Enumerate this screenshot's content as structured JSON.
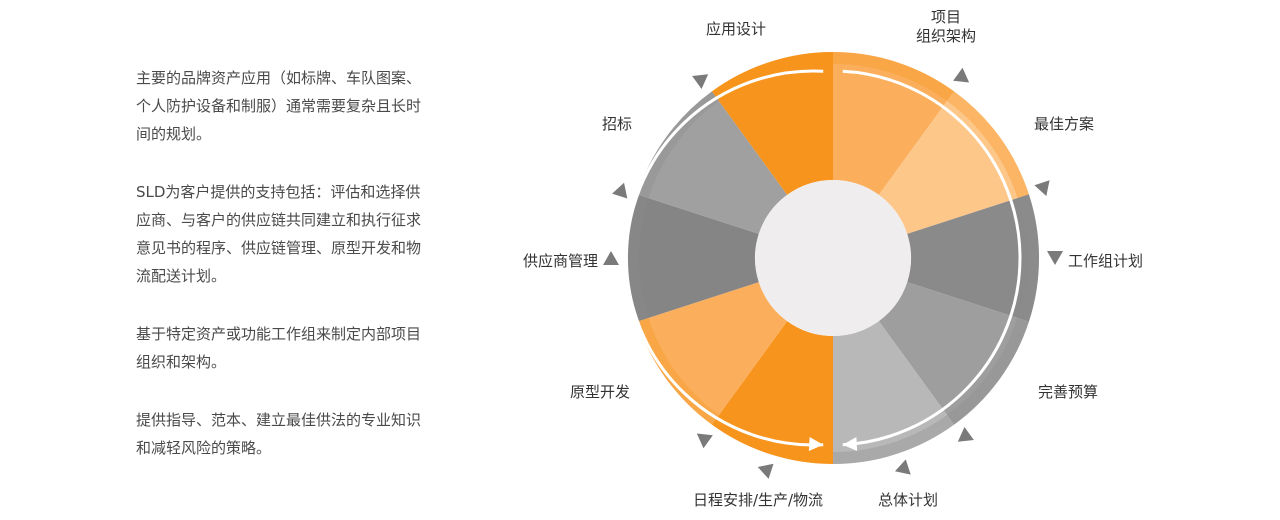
{
  "paragraphs": [
    "主要的品牌资产应用（如标牌、车队图案、个人防护设备和制服）通常需要复杂且长时间的规划。",
    "SLD为客户提供的支持包括：评估和选择供应商、与客户的供应链共同建立和执行征求意见书的程序、供应链管理、原型开发和物流配送计划。",
    "基于特定资产或功能工作组来制定内部项目组织和架构。",
    "提供指导、范本、建立最佳供法的专业知识和减轻风险的策略。"
  ],
  "cycle": {
    "steps": [
      {
        "label": "项目\n组织架构",
        "color": "#FBAF5D"
      },
      {
        "label": "最佳方案",
        "color": "#FDC78A"
      },
      {
        "label": "工作组计划",
        "color": "#8A8A8A"
      },
      {
        "label": "完善预算",
        "color": "#9E9E9E"
      },
      {
        "label": "总体计划",
        "color": "#B8B8B8"
      },
      {
        "label": "日程安排/生产/物流",
        "color": "#F7941D"
      },
      {
        "label": "原型开发",
        "color": "#FBAF5D"
      },
      {
        "label": "供应商管理",
        "color": "#858585"
      },
      {
        "label": "招标",
        "color": "#A0A0A0"
      },
      {
        "label": "应用设计",
        "color": "#F7941D"
      }
    ],
    "colors": {
      "arrow_marker": "#7A7A7A",
      "ring_arrow": "#FFFFFF",
      "center": "#EFEDED",
      "outer_orange": "#F7941D",
      "outer_gray": "#8C8C8C"
    }
  }
}
